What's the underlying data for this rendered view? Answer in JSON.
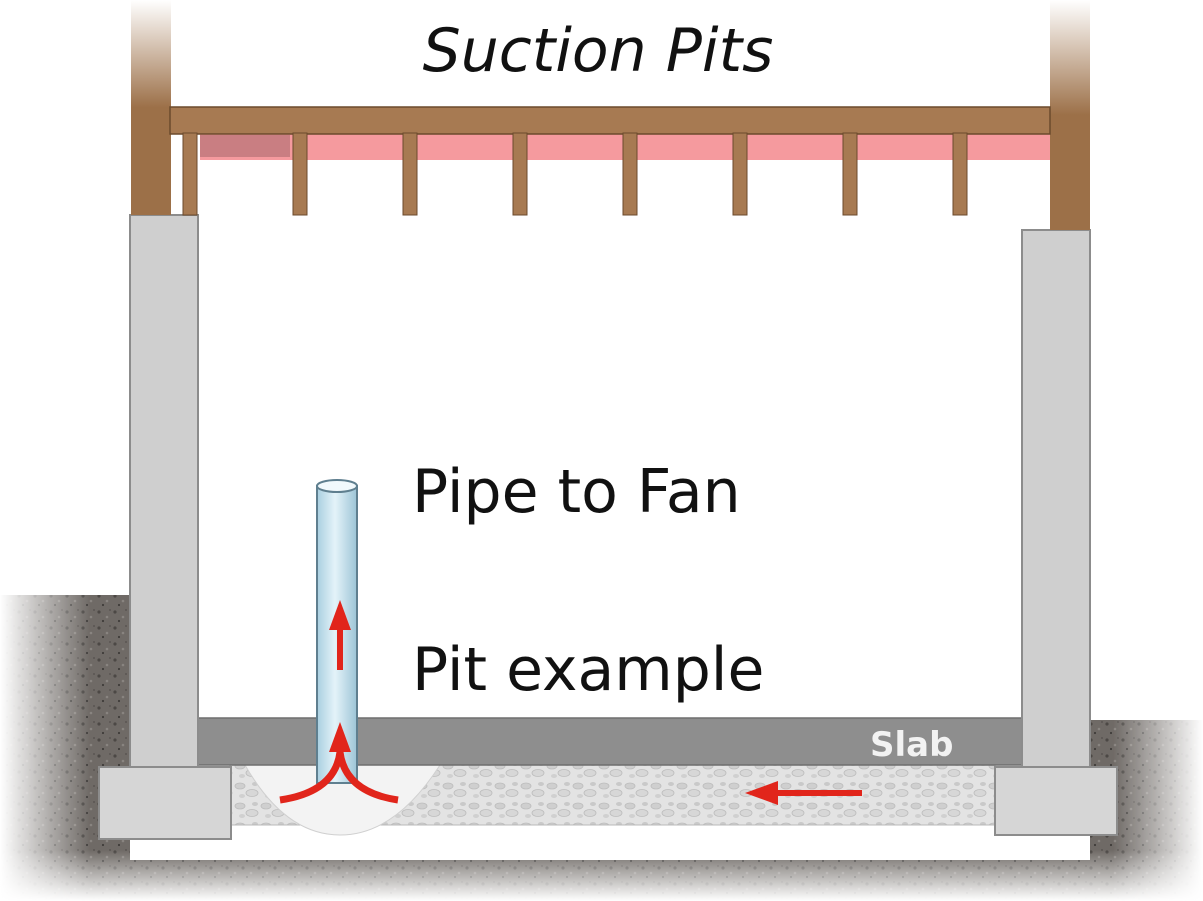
{
  "diagram": {
    "title": "Suction Pits",
    "labels": {
      "pipe": "Pipe to Fan",
      "pit": "Pit example",
      "slab": "Slab"
    }
  },
  "colors": {
    "wood": "#9c7048",
    "wood_dark": "#6b4a2c",
    "insulation": "#f59a9e",
    "concrete": "#cfcfcf",
    "concrete_edge": "#9a9a9a",
    "slab": "#8e8e8e",
    "gravel": "#e6e6e6",
    "soil": "#6f6a66",
    "pipe": "#cfe8f3",
    "pipe_edge": "#5f7f8f",
    "arrow": "#e1251b"
  },
  "icons": [
    "arrow-up-icon",
    "arrow-left-icon"
  ]
}
